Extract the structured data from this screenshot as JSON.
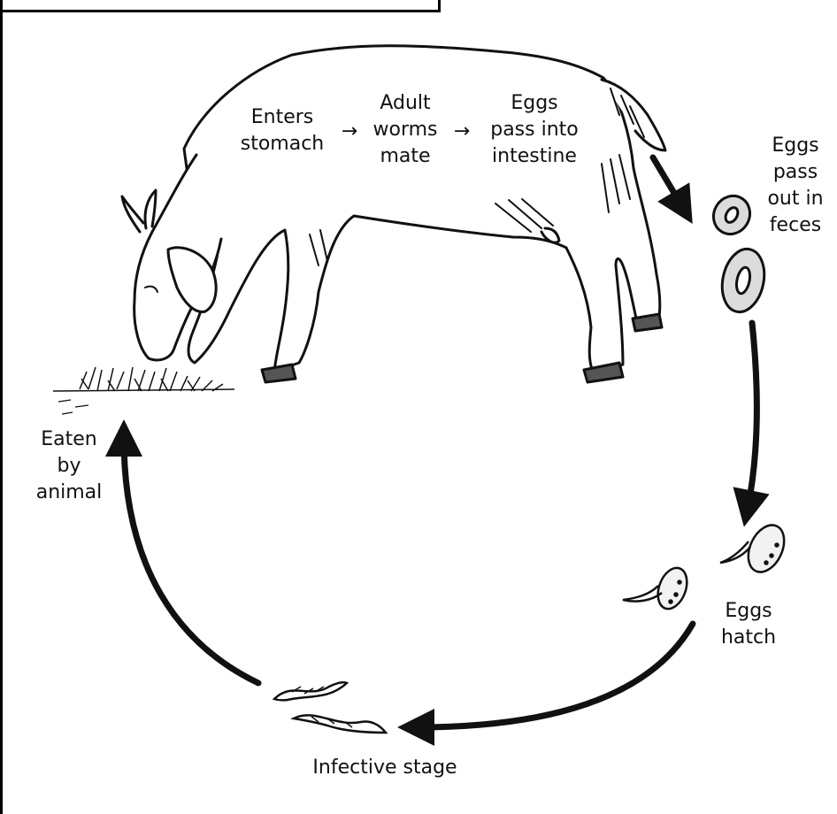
{
  "labels": {
    "enters_stomach": "Enters\nstomach",
    "arrow1": "→",
    "adult_worms_mate": "Adult\nworms\nmate",
    "arrow2": "→",
    "eggs_pass_into_intestine": "Eggs\npass into\nintestine",
    "eggs_pass_out_in_feces": "Eggs\npass\nout in\nfeces",
    "eggs_hatch": "Eggs\nhatch",
    "infective_stage": "Infective stage",
    "eaten_by_animal": "Eaten\nby\nanimal"
  },
  "icons": [
    "goat-illustration",
    "grass-tuft",
    "egg-icon",
    "hatching-larva-icon",
    "larva-icon",
    "cycle-arrow"
  ],
  "colors": {
    "ink": "#111111",
    "background": "#ffffff"
  }
}
